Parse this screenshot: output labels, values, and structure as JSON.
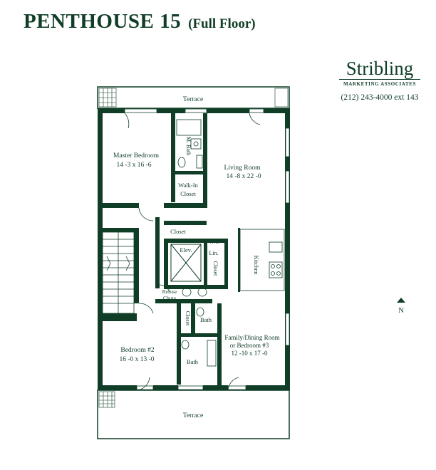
{
  "header": {
    "title": "PENTHOUSE 15",
    "subtitle": "(Full Floor)"
  },
  "brand": {
    "name": "Stribling",
    "tagline": "MARKETING ASSOCIATES",
    "phone": "(212) 243-4000 ext 143"
  },
  "compass": {
    "label": "N"
  },
  "rooms": {
    "terrace_top": "Terrace",
    "terrace_bottom": "Terrace",
    "master_bedroom": "Master Bedroom",
    "master_bedroom_dims": "14 -3  x 16 -6",
    "master_bath": "M. Bath",
    "walk_in_1": "Walk-In",
    "walk_in_2": "Closet",
    "living_room": "Living Room",
    "living_room_dims": "14 -8  x 22 -0",
    "closet_upper": "Closet",
    "wd": "W/D",
    "elevator": "Elev.",
    "linen": "Lin.",
    "closet_side": "Closet",
    "kitchen": "Kitchen",
    "refuse_1": "Refuse",
    "refuse_2": "Chute",
    "closet_lower": "Closet",
    "bath_upper": "Bath",
    "family_1": "Family/Dining Room",
    "family_2": "or Bedroom #3",
    "family_dims": "12 -10  x 17 -0",
    "bedroom2": "Bedroom #2",
    "bedroom2_dims": "16 -0  x 13 -0",
    "bath_lower": "Bath"
  },
  "colors": {
    "wall": "#0f3d26",
    "fill": "#ffffff"
  }
}
